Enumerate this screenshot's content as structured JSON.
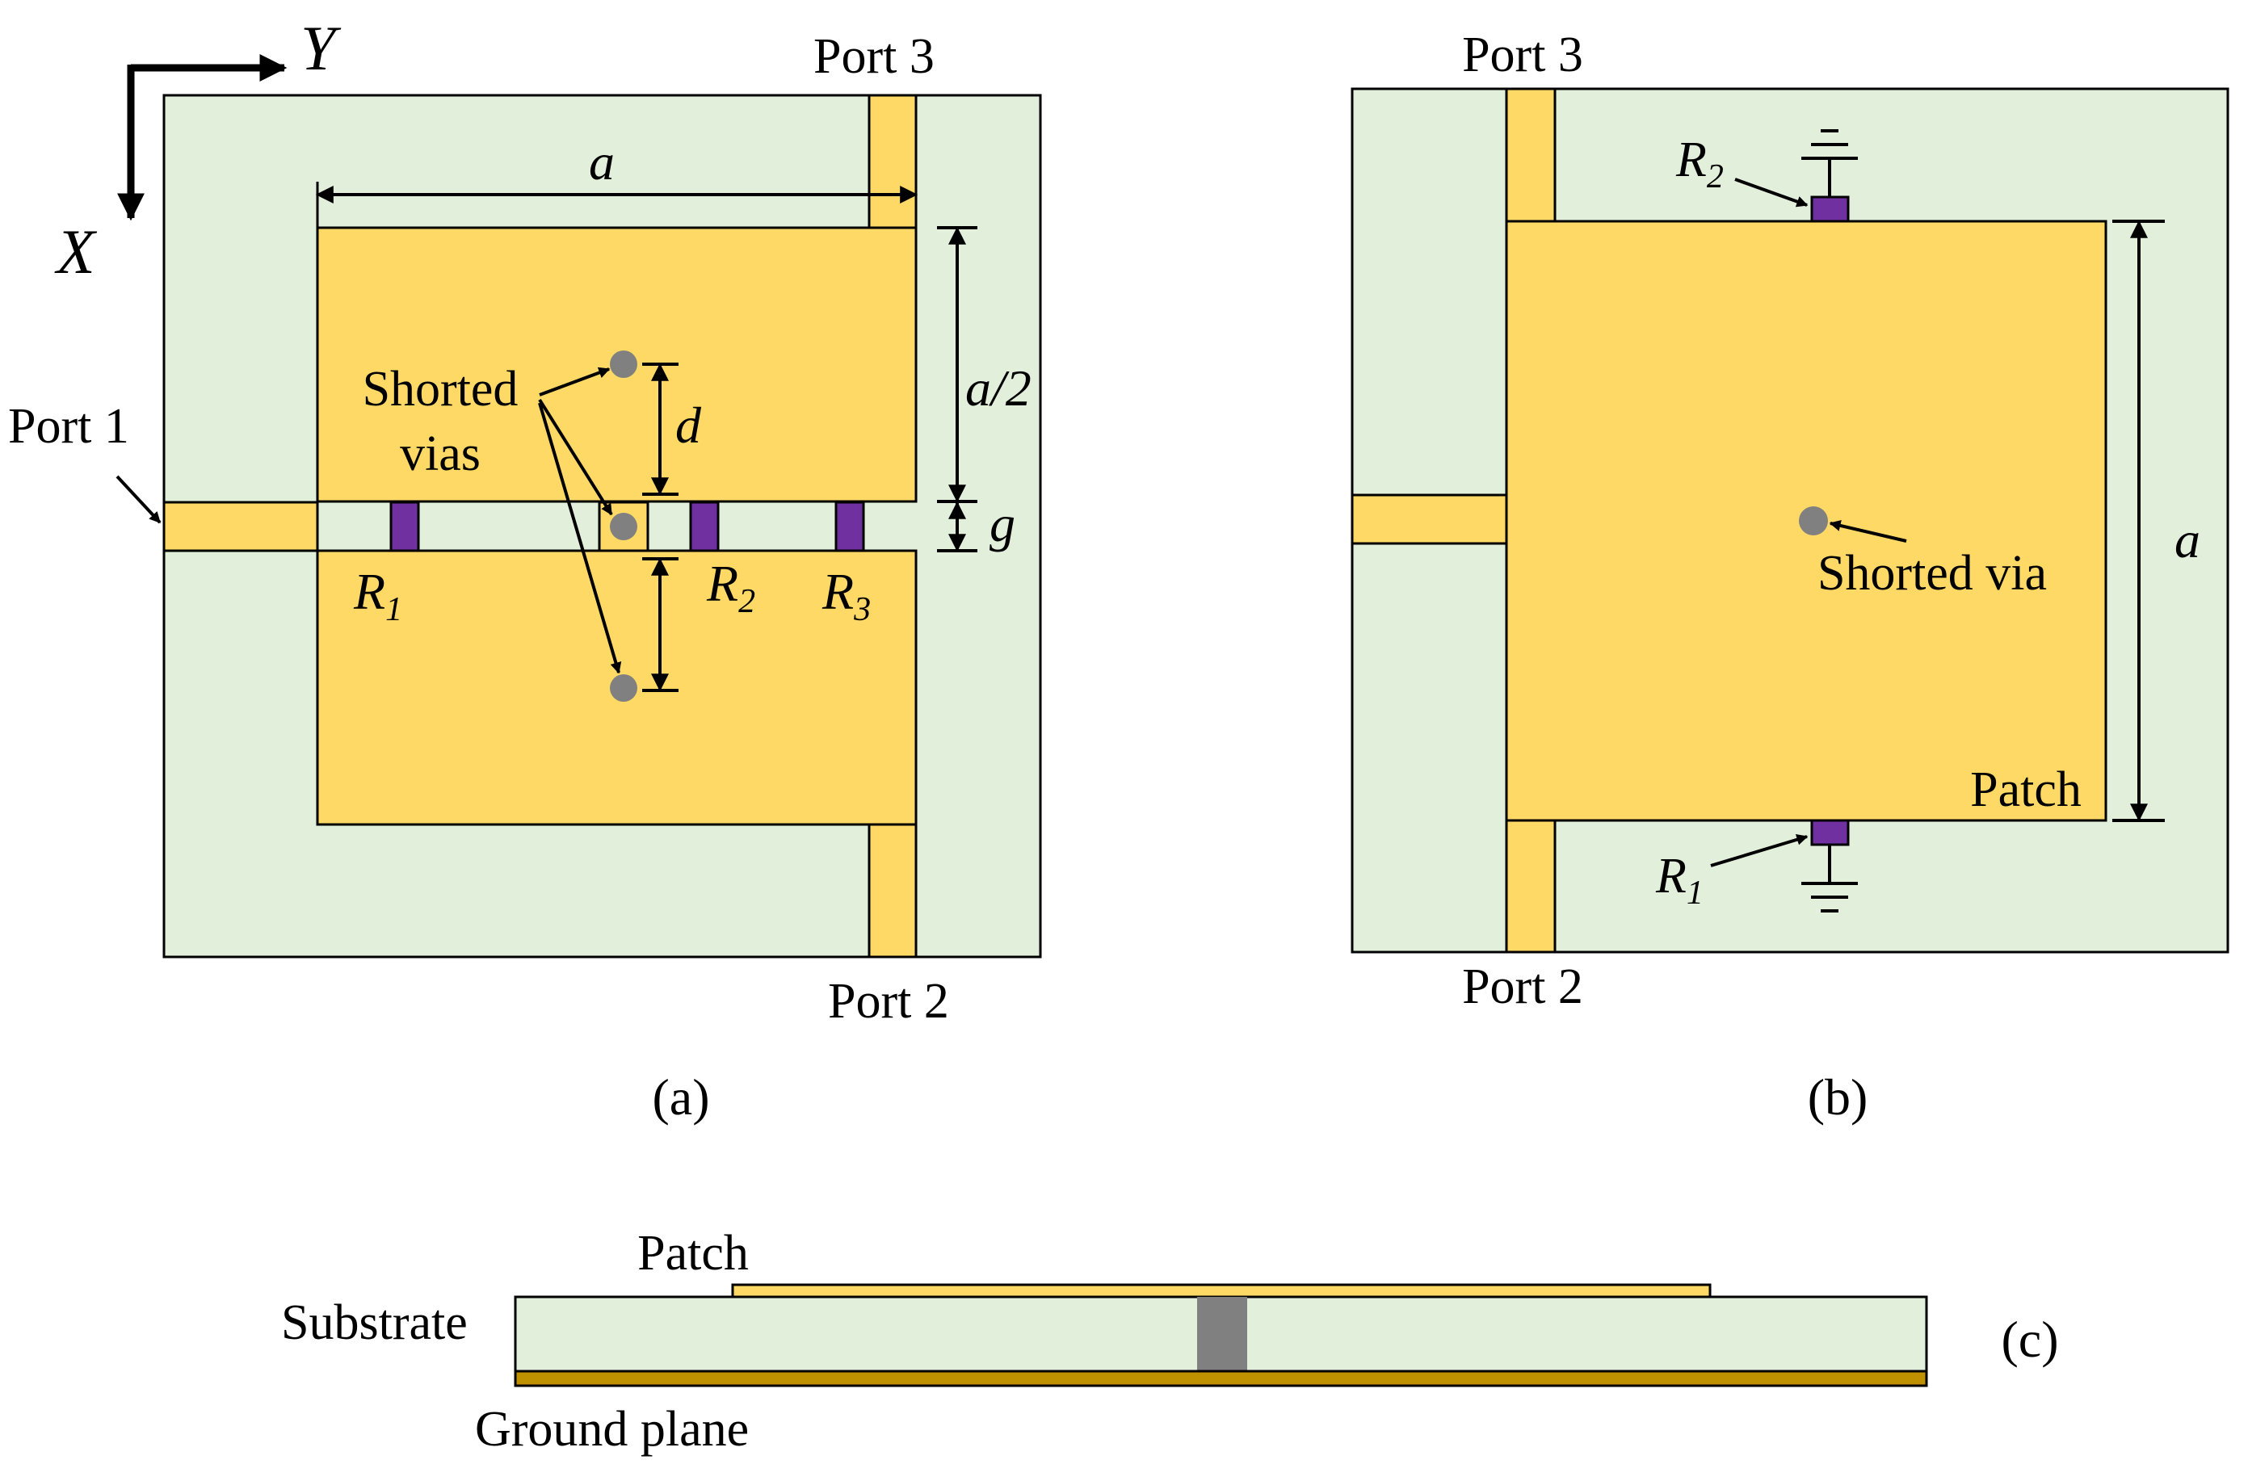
{
  "colors": {
    "substrate": "#e2efda",
    "patch": "#ffd966",
    "resistor": "#7030a0",
    "via": "#808080",
    "ground": "#bf9000",
    "outline": "#000000"
  },
  "axes": {
    "x": "X",
    "y": "Y"
  },
  "panel_a": {
    "caption": "(a)",
    "port1": "Port 1",
    "port2": "Port 2",
    "port3": "Port 3",
    "dim_a": "a",
    "dim_half_a": "a/2",
    "dim_d": "d",
    "dim_g": "g",
    "shorted_vias_line1": "Shorted",
    "shorted_vias_line2": "vias",
    "r1": {
      "main": "R",
      "sub": "1"
    },
    "r2": {
      "main": "R",
      "sub": "2"
    },
    "r3": {
      "main": "R",
      "sub": "3"
    }
  },
  "panel_b": {
    "caption": "(b)",
    "port2": "Port 2",
    "port3": "Port 3",
    "dim_a": "a",
    "shorted_via": "Shorted via",
    "patch": "Patch",
    "r1": {
      "main": "R",
      "sub": "1"
    },
    "r2": {
      "main": "R",
      "sub": "2"
    }
  },
  "panel_c": {
    "caption": "(c)",
    "patch": "Patch",
    "substrate": "Substrate",
    "ground_plane": "Ground plane"
  }
}
